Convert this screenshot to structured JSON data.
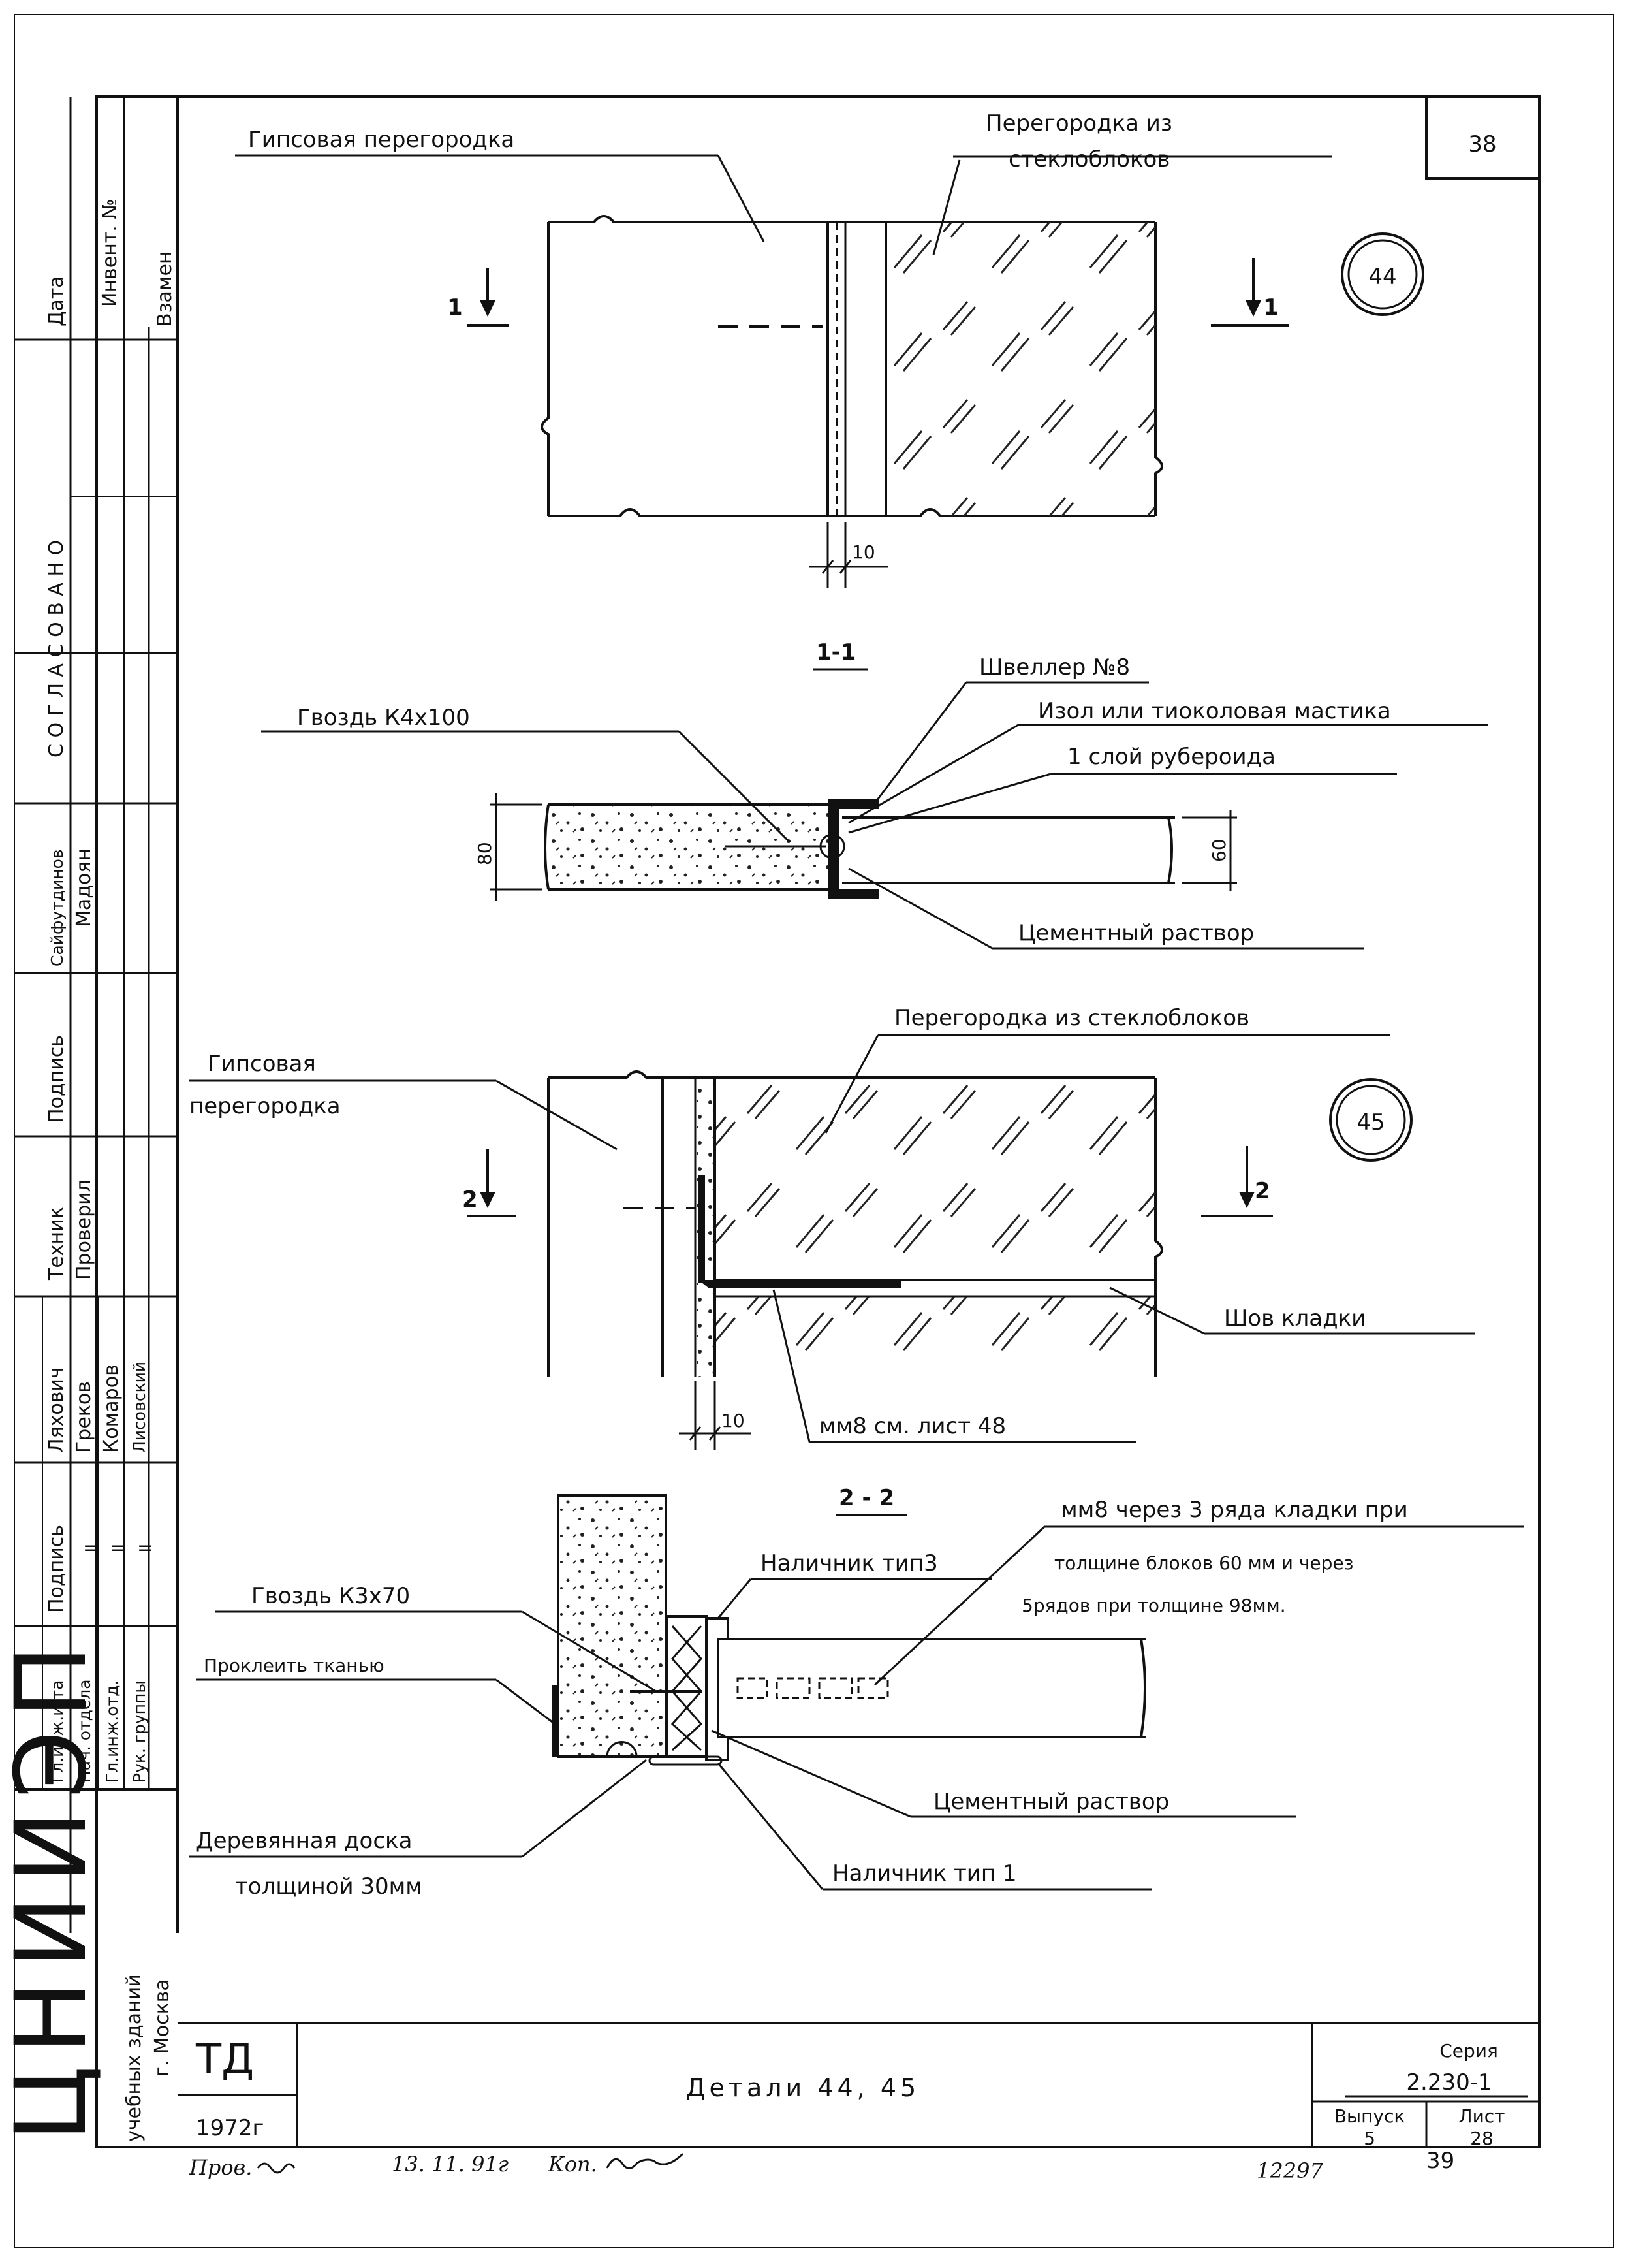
{
  "sheet": {
    "corner_number": "38",
    "footer_number": "39",
    "archive_number": "12297",
    "check_note": {
      "label": "Пров.",
      "date": "13. 11. 91г",
      "copy_label": "Коп."
    }
  },
  "detail44": {
    "callout": "44",
    "label_gypsum": "Гипсовая   перегородка",
    "label_glass_line1": "Перегородка из",
    "label_glass_line2": "стеклоблоков",
    "section_mark": "1",
    "dim": "10"
  },
  "section11": {
    "title": "1-1",
    "label_channel": "Швеллер №8",
    "label_sealant": "Изол или тиоколовая мастика",
    "label_roofing": "1 слой рубероида",
    "label_nail": "Гвоздь К4х100",
    "label_mortar": "Цементный раствор",
    "dim_left": "80",
    "dim_right": "60"
  },
  "detail45": {
    "callout": "45",
    "label_glass": "Перегородка из стеклоблоков",
    "label_gypsum_line1": "Гипсовая",
    "label_gypsum_line2": "перегородка",
    "section_mark": "2",
    "label_joint": "Шов кладки",
    "label_mm8": "мм8   см. лист 48",
    "dim": "10"
  },
  "section22": {
    "title": "2 - 2",
    "note_line1": "мм8 через 3 ряда кладки при",
    "note_line2": "толщине блоков 60 мм и через",
    "note_line3": "5рядов при толщине 98мм.",
    "label_trim3": "Наличник тип3",
    "label_nail": "Гвоздь К3х70",
    "label_fabric": "Проклеить тканью",
    "label_mortar": "Цементный раствор",
    "label_board_line1": "Деревянная доска",
    "label_board_line2": "толщиной 30мм",
    "label_trim1": "Наличник тип 1"
  },
  "title_block": {
    "code": "ТД",
    "year": "1972г",
    "title": "Детали  44, 45",
    "series_label": "Серия",
    "series_value": "2.230-1",
    "issue_label": "Выпуск",
    "issue_value": "5",
    "sheet_label": "Лист",
    "sheet_value": "28"
  },
  "side_stamp": {
    "org_abbr": "ЦНИИЭП",
    "org_line1": "учебных зданий",
    "org_line2": "г. Москва",
    "col_date": "Дата",
    "col_invent": "Инвент. №",
    "col_vzamen": "Взамен",
    "agreed": "С О Г Л А С О В А Н О",
    "role_1": "Гл.инж.и-та",
    "role_2": "Нач. отдела",
    "role_3": "Гл.инж.отд.",
    "role_4": "Рук. группы",
    "hdr_sign_1": "Подпись",
    "ditto": "=",
    "names_1a": "Ляхович",
    "names_1b": "Греков",
    "names_1c": "Комаров",
    "names_1d": "Лисовский",
    "hdr_tech": "Техник",
    "hdr_checked": "Проверил",
    "hdr_sign_2": "Подпись",
    "names_2a": "Сайфутдинов",
    "names_2b": "Мадоян"
  }
}
